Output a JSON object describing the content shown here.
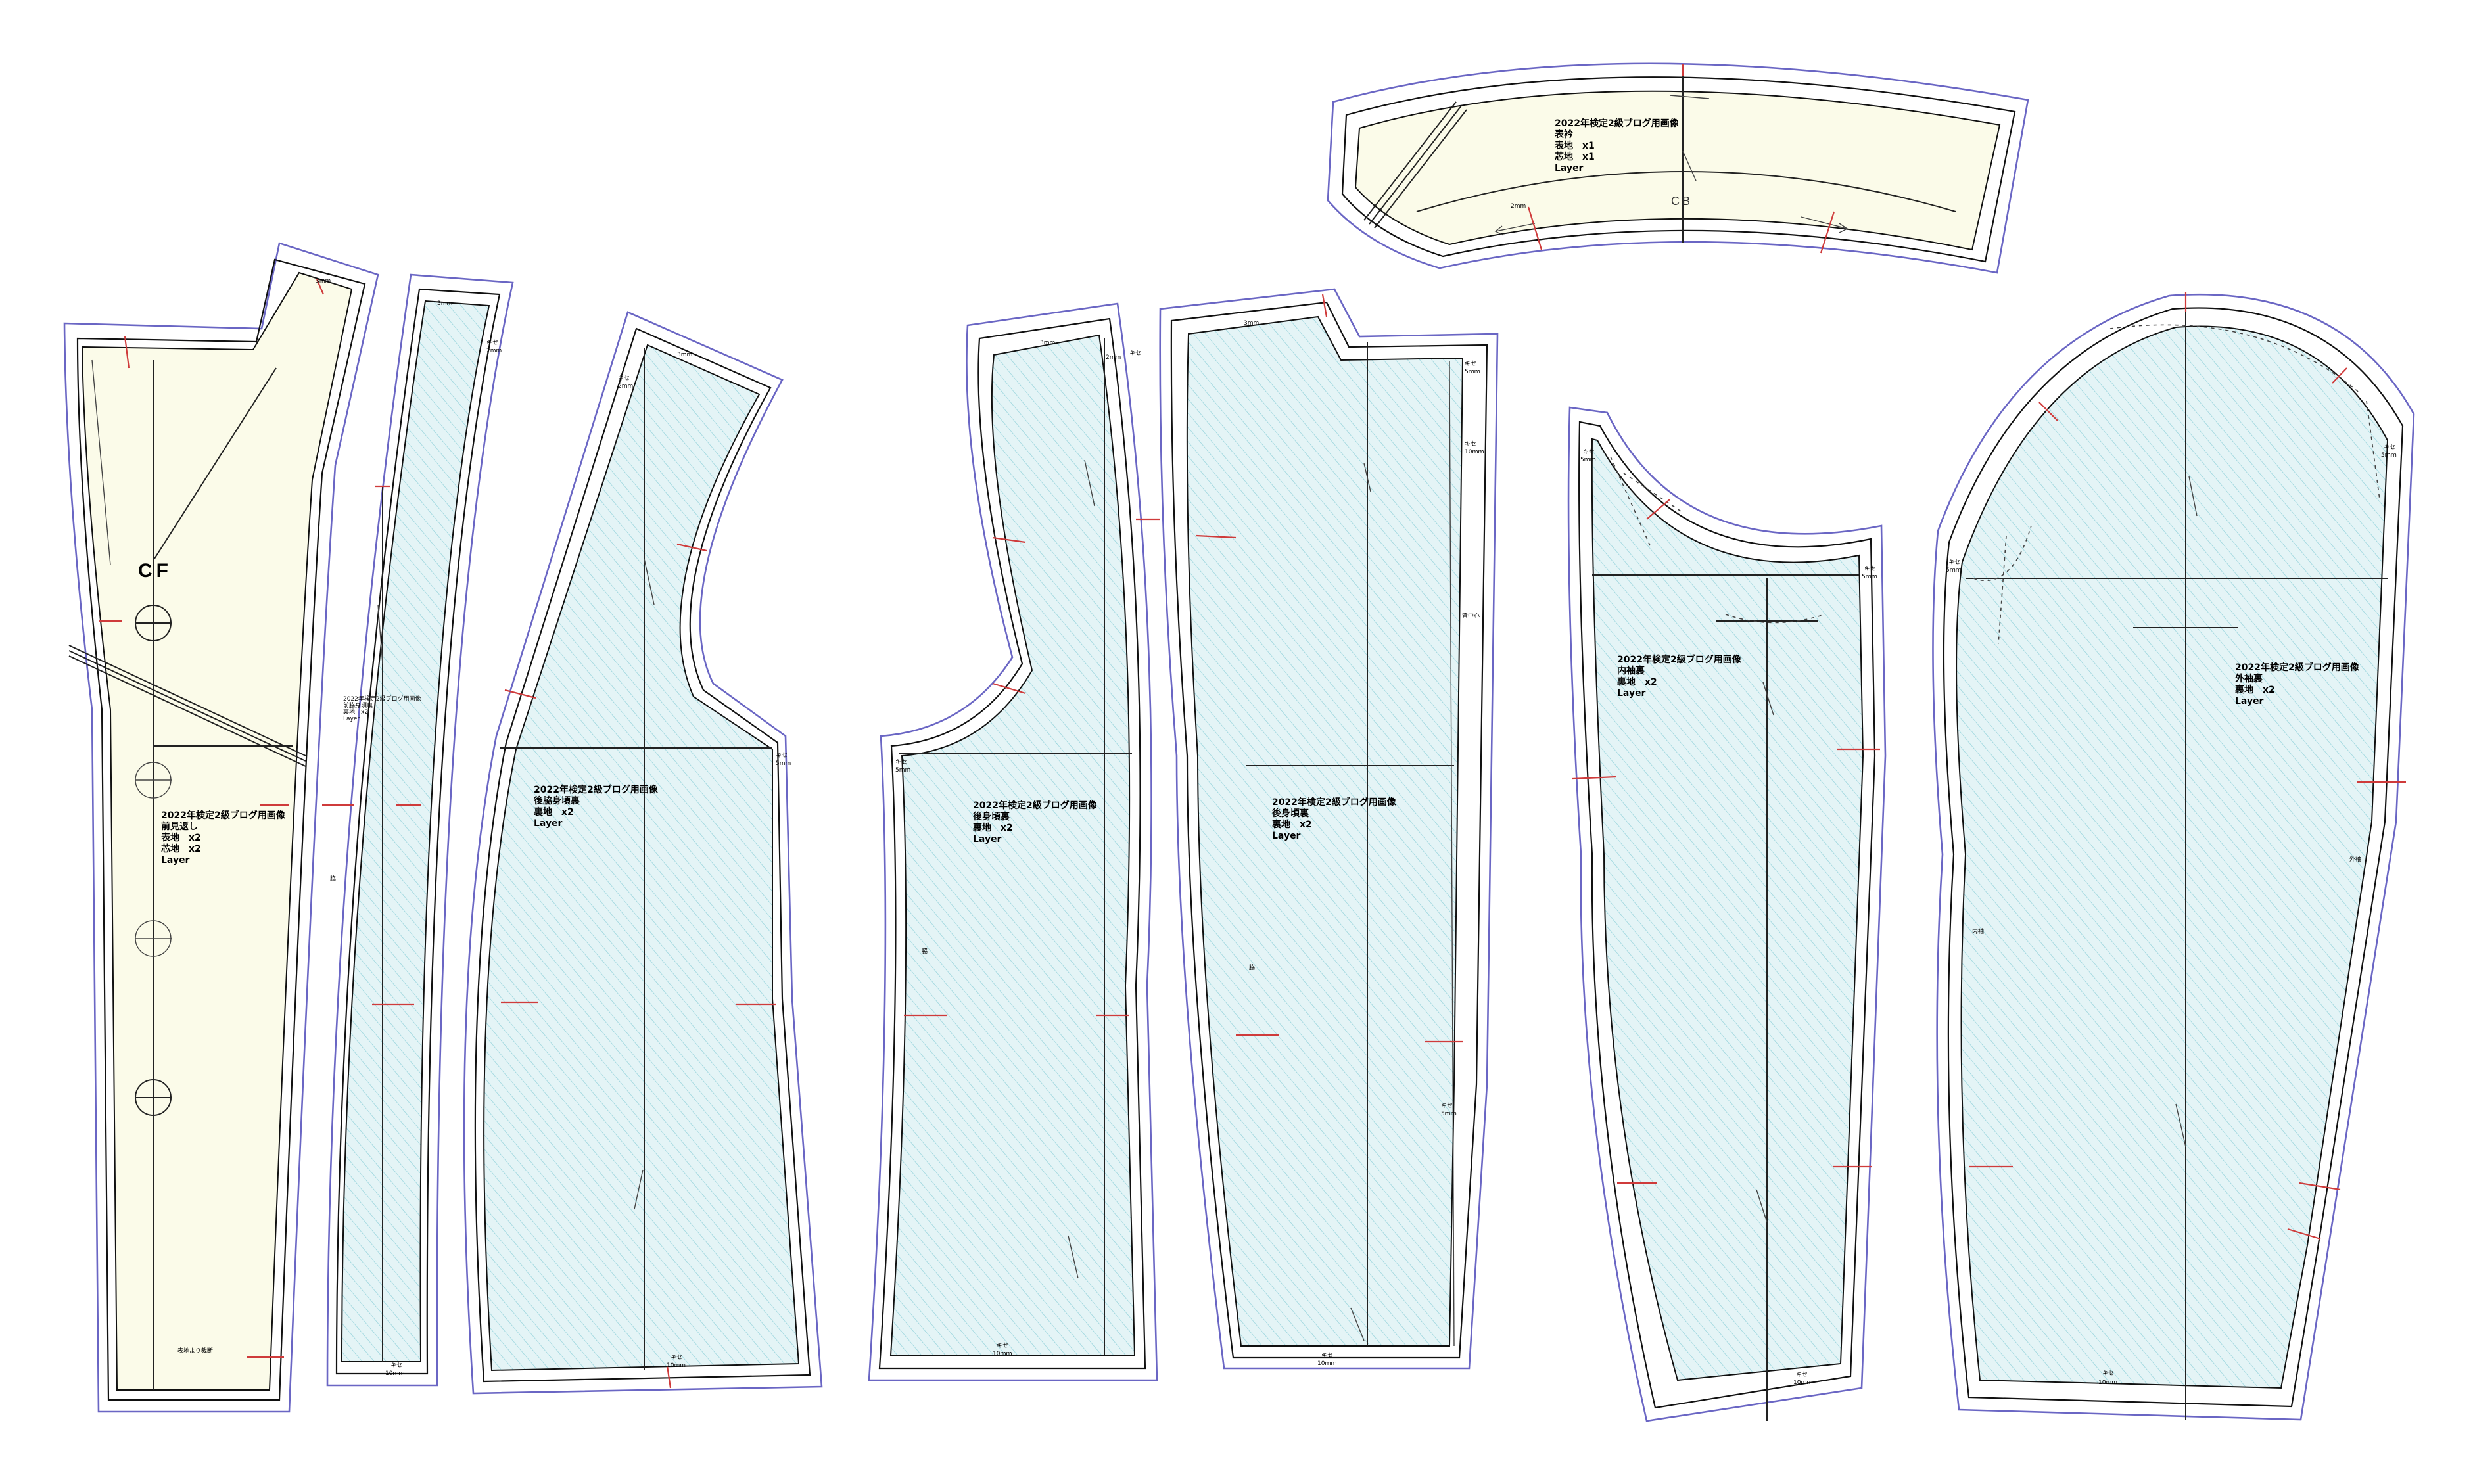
{
  "pieces": [
    {
      "id": "front-facing",
      "lines": [
        "2022年検定2級ブログ用画像",
        "前見返し",
        "表地　x2",
        "芯地　x2",
        "Layer"
      ]
    },
    {
      "id": "side-front-lining",
      "lines": [
        "2022年検定2級ブログ用画像",
        "前脇身頃裏",
        "裏地　x2",
        "Layer"
      ]
    },
    {
      "id": "side-back-lining",
      "lines": [
        "2022年検定2級ブログ用画像",
        "後脇身頃裏",
        "裏地　x2",
        "Layer"
      ]
    },
    {
      "id": "back-lining",
      "lines": [
        "2022年検定2級ブログ用画像",
        "後身頃裏",
        "裏地　x2",
        "Layer"
      ]
    },
    {
      "id": "undersleeve-lining",
      "lines": [
        "2022年検定2級ブログ用画像",
        "内袖裏",
        "裏地　x2",
        "Layer"
      ]
    },
    {
      "id": "topsleeve-lining",
      "lines": [
        "2022年検定2級ブログ用画像",
        "外袖裏",
        "裏地　x2",
        "Layer"
      ]
    },
    {
      "id": "collar",
      "lines": [
        "2022年検定2級ブログ用画像",
        "表衿",
        "表地　x1",
        "芯地　x1",
        "Layer"
      ]
    }
  ],
  "marks": {
    "cf": "CF",
    "cb": "CB",
    "ease_3mm": "3mm",
    "ease_2mm": "2mm",
    "kise": "キセ",
    "kise_2mm": "2mm",
    "kise_5mm": "5mm",
    "kise_10mm": "10mm",
    "kise_5mm_sp": "5ｍｍ",
    "kise_10mm_sp": "10ｍｍ",
    "facing_note": "表地より裁断",
    "sleeve_outer": "外袖",
    "sleeve_inner": "内袖",
    "side_mark": "脇",
    "back_center": "背中心",
    "tiny_label": "2022年検定2級ブログ用画像"
  },
  "colors": {
    "outline": "#6a66c4",
    "lining_fill": "#e4f4f6",
    "lining_hatch": "#8ccfd8",
    "shell_fill": "#fbfbe9",
    "notch": "#cf3b3b"
  }
}
